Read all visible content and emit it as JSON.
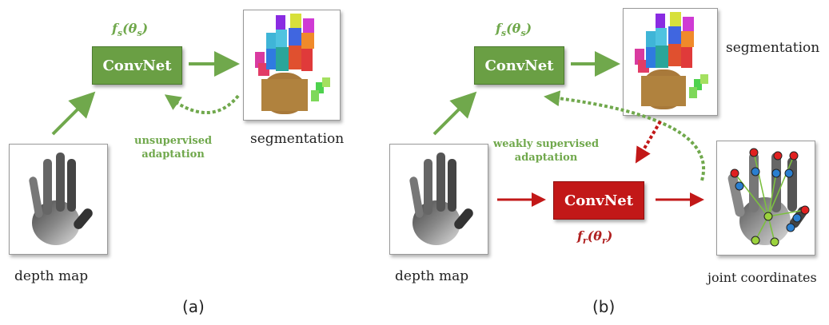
{
  "panel_a": {
    "func_label": "fs(θs)",
    "func_main": "f",
    "func_sub": "s",
    "func_arg": "θ",
    "func_arg_sub": "s",
    "convnet_label": "ConvNet",
    "adaptation_line1": "unsupervised",
    "adaptation_line2": "adaptation",
    "segmentation_label": "segmentation",
    "depth_label": "depth map",
    "caption": "(a)"
  },
  "panel_b": {
    "func_s_main": "f",
    "func_s_sub": "s",
    "func_s_arg": "θ",
    "func_s_arg_sub": "s",
    "convnet_s_label": "ConvNet",
    "convnet_r_label": "ConvNet",
    "func_r_main": "f",
    "func_r_sub": "r",
    "func_r_arg": "θ",
    "func_r_arg_sub": "r",
    "adaptation_line1": "weakly supervised",
    "adaptation_line2": "adaptation",
    "segmentation_label": "segmentation",
    "depth_label": "depth map",
    "joints_label": "joint coordinates",
    "caption": "(b)"
  },
  "colors": {
    "green": "#70a84c",
    "green_box": "#6a9f44",
    "red": "#c21818",
    "red_text": "#b02020"
  },
  "icons": [
    "depth-hand-image",
    "segmentation-hand-image",
    "joint-skeleton-image"
  ]
}
